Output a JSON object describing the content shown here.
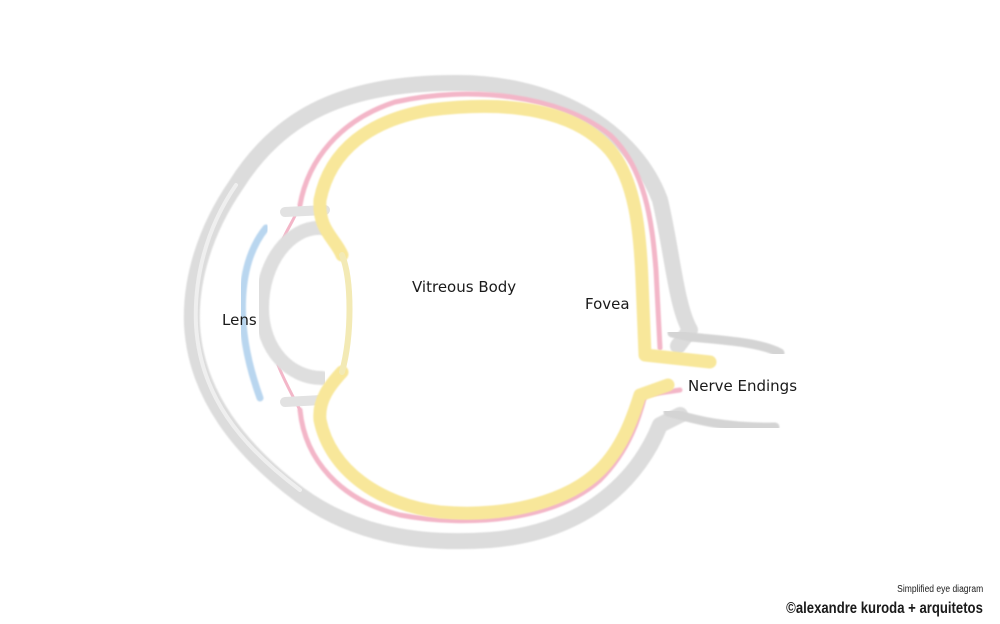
{
  "labels": {
    "lens": "Lens",
    "vitreous_body": "Vitreous Body",
    "fovea": "Fovea",
    "nerve_endings": "Nerve Endings"
  },
  "caption": "Simplified eye diagram",
  "credit": "©alexandre kuroda + arquitetos",
  "colors": {
    "sclera": "#d9d9d9",
    "sclera_highlight": "#f2f2f2",
    "choroid": "#f3b6c8",
    "retina": "#f8e79a",
    "cornea": "#b9d6ef",
    "text": "#1a1a1a"
  }
}
